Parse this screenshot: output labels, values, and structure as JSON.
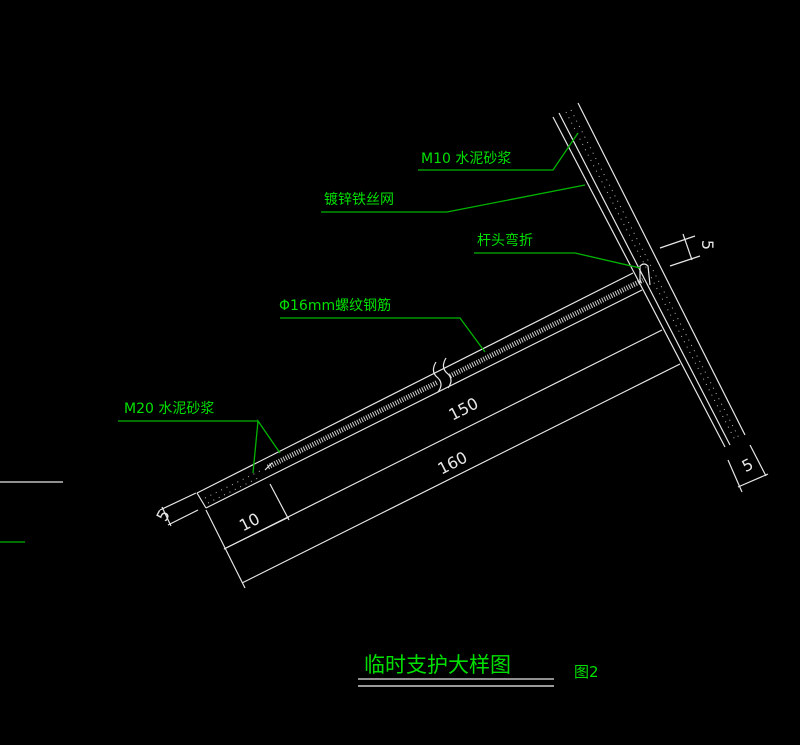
{
  "labels": {
    "m10_mortar": "M10 水泥砂浆",
    "galvanized_wire_mesh": "镀锌铁丝网",
    "rod_end_bend": "杆头弯折",
    "rebar": "Φ16mm螺纹钢筋",
    "m20_mortar": "M20 水泥砂浆"
  },
  "dimensions": {
    "bar_thickness": "5",
    "end_offset": "10",
    "rebar_length": "150",
    "total_length": "160",
    "hook_length": "5",
    "wall_thickness": "5"
  },
  "title": {
    "main": "临时支护大样图",
    "figure_no": "图2"
  },
  "colors": {
    "background": "#000000",
    "leader": "#00b400",
    "text": "#00e000",
    "geometry": "#e6e6e6"
  }
}
